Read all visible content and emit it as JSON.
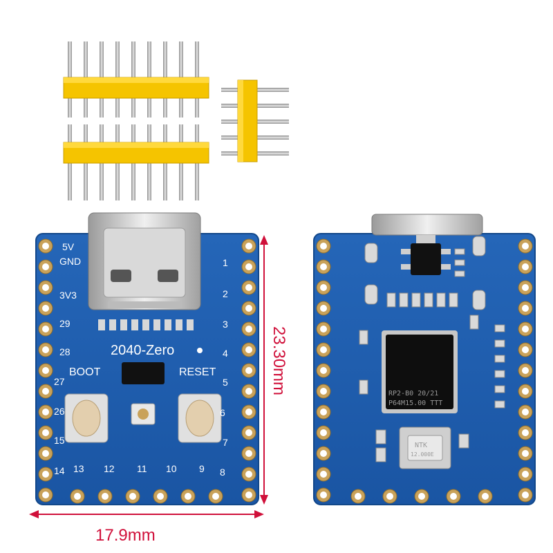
{
  "front": {
    "board_name": "2040-Zero",
    "boot_label": "BOOT",
    "reset_label": "RESET",
    "power_labels": [
      "5V",
      "GND",
      "3V3"
    ],
    "left_pins": [
      "29",
      "28",
      "27",
      "26",
      "15",
      "14"
    ],
    "right_pins": [
      "1",
      "2",
      "3",
      "4",
      "5",
      "6",
      "7",
      "8"
    ],
    "bottom_pins": [
      "13",
      "12",
      "11",
      "10",
      "9"
    ]
  },
  "back": {
    "chip_line1": "RP2-B0  20/21",
    "chip_line2": "P64M15.00 TTT",
    "crystal_line1": "NTK",
    "crystal_line2": "12.000E"
  },
  "dimensions": {
    "height_label": "23.30mm",
    "width_label": "17.9mm"
  },
  "colors": {
    "pcb": "#1f5fb0",
    "header": "#f5c400",
    "dimension": "#d0103a"
  }
}
